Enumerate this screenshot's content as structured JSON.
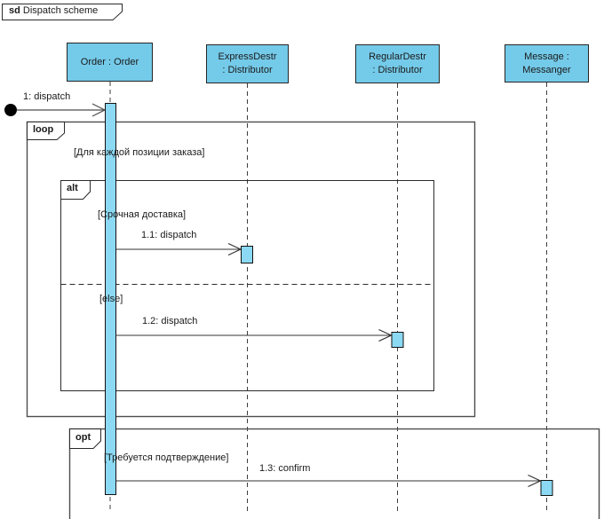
{
  "frame": {
    "keyword": "sd",
    "title": "Dispatch scheme"
  },
  "lifelines": [
    {
      "name": "Order : Order"
    },
    {
      "name": "ExpressDestr\n: Distributor"
    },
    {
      "name": "RegularDestr\n: Distributor"
    },
    {
      "name": "Message :\nMessanger"
    }
  ],
  "messages": [
    {
      "label": "1: dispatch",
      "from": "found",
      "to": "Order : Order"
    },
    {
      "label": "1.1: dispatch",
      "from": "Order : Order",
      "to": "ExpressDestr : Distributor"
    },
    {
      "label": "1.2: dispatch",
      "from": "Order : Order",
      "to": "RegularDestr : Distributor"
    },
    {
      "label": "1.3: confirm",
      "from": "Order : Order",
      "to": "Message : Messanger"
    }
  ],
  "fragments": [
    {
      "operator": "loop",
      "guard": "[Для каждой позиции заказа]"
    },
    {
      "operator": "alt",
      "operands": [
        {
          "guard": "[Срочная доставка]",
          "message": "1.1: dispatch"
        },
        {
          "guard": "[else]",
          "message": "1.2: dispatch"
        }
      ]
    },
    {
      "operator": "opt",
      "guard": "[Требуется подтверждение]",
      "message": "1.3: confirm"
    }
  ],
  "colors": {
    "lifeline_head_fill": "#74CAE9",
    "activation_fill": "#8CD9F3",
    "frame_border": "#4d4d4d",
    "line": "#333333"
  }
}
